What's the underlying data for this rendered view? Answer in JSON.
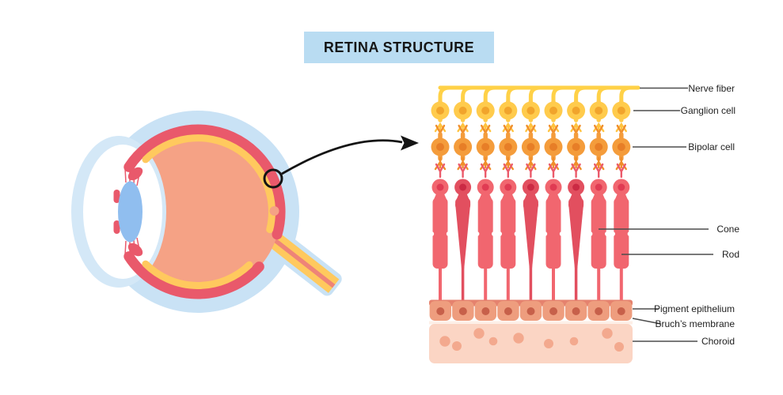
{
  "title": "RETINA STRUCTURE",
  "labels": {
    "nerve_fiber": "Nerve fiber",
    "ganglion_cell": "Ganglion cell",
    "bipolar_cell": "Bipolar cell",
    "cone": "Cone",
    "rod": "Rod",
    "pigment_epithelium": "Pigment epithelium",
    "bruchs_membrane": "Bruch’s membrane",
    "choroid": "Choroid"
  },
  "colors": {
    "title_bg": "#B9DCF2",
    "title_text": "#161616",
    "sclera_blue": "#C9E2F5",
    "choroid_red": "#E9596B",
    "retina_yellow": "#FFC95E",
    "vitreous_salmon": "#F5A285",
    "lens_blue": "#90BEEF",
    "cornea_blue": "#D4E8F7",
    "nerve_stripe": "#EE8478",
    "nerve_fiber": "#FFD147",
    "ganglion_body": "#FFCB4C",
    "ganglion_nucleus": "#F1A42C",
    "synapse_yellow": "#FFC33F",
    "synapse_orange": "#F08E2C",
    "synapse_red": "#EB5B6B",
    "bipolar_body": "#F49C3B",
    "bipolar_nucleus": "#E77E27",
    "rod_body": "#F1666F",
    "rod_nucleus": "#E03B53",
    "cone_body": "#E24F5F",
    "cone_nucleus": "#CB2A44",
    "epithelium_cell": "#EE9D7E",
    "epithelium_top": "#E5826E",
    "epithelium_nucleus": "#C7604A",
    "bruchs_membrane_strip": "#FDEFE7",
    "choroid_band": "#FBD5C4",
    "choroid_dot": "#F3A98E",
    "leader_line": "#4D4D4D",
    "label_text": "#1F1F1F",
    "annotation": "#141414"
  },
  "retina": {
    "column_count": 9,
    "pattern": [
      "rod",
      "cone",
      "rod",
      "rod",
      "cone",
      "rod",
      "cone",
      "rod",
      "rod"
    ],
    "epithelium_cell_count": 9
  }
}
